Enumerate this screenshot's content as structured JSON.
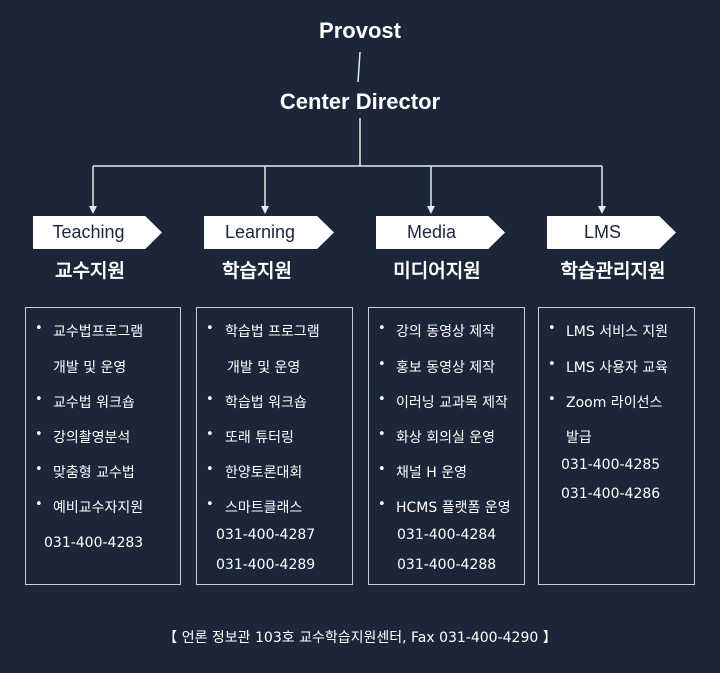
{
  "header": {
    "provost": "Provost",
    "center_director": "Center Director"
  },
  "departments": [
    {
      "tag": "Teaching",
      "name": "교수지원",
      "items": [
        "교수법프로그램",
        "개발 및 운영",
        "교수법 워크숍",
        "강의촬영분석",
        "맞춤형 교수법",
        "예비교수자지원"
      ],
      "phones": [
        "031-400-4283"
      ]
    },
    {
      "tag": "Learning",
      "name": "학습지원",
      "items": [
        "학습법 프로그램",
        "개발 및 운영",
        "학습법 워크숍",
        "또래 튜터링",
        "한양토론대회",
        "스마트클래스"
      ],
      "phones": [
        "031-400-4287",
        "031-400-4289"
      ]
    },
    {
      "tag": "Media",
      "name": "미디어지원",
      "items": [
        "강의 동영상 제작",
        "홍보 동영상 제작",
        "이러닝 교과목 제작",
        "화상 회의실 운영",
        "채널 H 운영",
        "HCMS 플랫폼 운영"
      ],
      "phones": [
        "031-400-4284",
        "031-400-4288"
      ]
    },
    {
      "tag": "LMS",
      "name": "학습관리지원",
      "items": [
        "LMS 서비스 지원",
        "LMS 사용자 교육",
        "Zoom 라이선스",
        "발급"
      ],
      "phones": [
        "031-400-4285",
        "031-400-4286"
      ]
    }
  ],
  "footer": "【 언론 정보관 103호 교수학습지원센터, Fax 031-400-4290 】",
  "colors": {
    "background": "#1b2639",
    "text": "#ffffff",
    "connector": "#e6e8ec"
  }
}
